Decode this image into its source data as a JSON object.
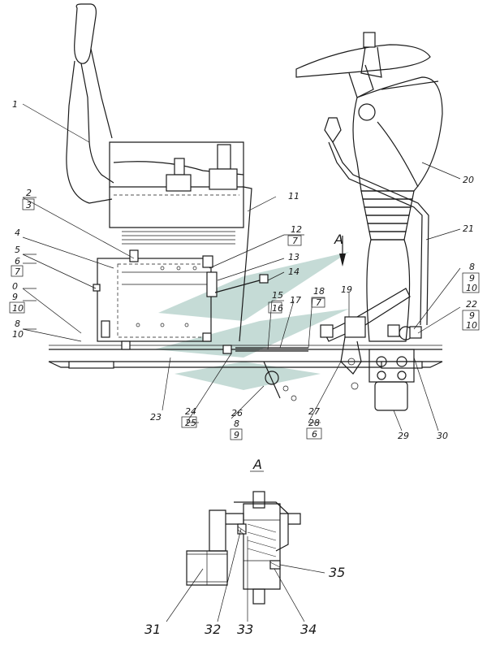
{
  "view_label": "A",
  "main_labels": [
    {
      "id": "l1",
      "text": "1"
    },
    {
      "id": "l2",
      "text": "2"
    },
    {
      "id": "l3",
      "text": "3"
    },
    {
      "id": "l4",
      "text": "4"
    },
    {
      "id": "l5",
      "text": "5"
    },
    {
      "id": "l6",
      "text": "6"
    },
    {
      "id": "l7",
      "text": "7"
    },
    {
      "id": "l0",
      "text": "0"
    },
    {
      "id": "l9",
      "text": "9"
    },
    {
      "id": "l10",
      "text": "10"
    },
    {
      "id": "l8",
      "text": "8"
    },
    {
      "id": "l10b",
      "text": "10"
    },
    {
      "id": "l11",
      "text": "11"
    },
    {
      "id": "l12",
      "text": "12"
    },
    {
      "id": "l7b",
      "text": "7"
    },
    {
      "id": "l13",
      "text": "13"
    },
    {
      "id": "l14",
      "text": "14"
    },
    {
      "id": "l15",
      "text": "15"
    },
    {
      "id": "l16",
      "text": "16"
    },
    {
      "id": "l17",
      "text": "17"
    },
    {
      "id": "l18",
      "text": "18"
    },
    {
      "id": "l7c",
      "text": "7"
    },
    {
      "id": "l19",
      "text": "19"
    },
    {
      "id": "l20",
      "text": "20"
    },
    {
      "id": "l21",
      "text": "21"
    },
    {
      "id": "l8b",
      "text": "8"
    },
    {
      "id": "l9b",
      "text": "9"
    },
    {
      "id": "l10c",
      "text": "10"
    },
    {
      "id": "l22",
      "text": "22"
    },
    {
      "id": "l9c",
      "text": "9"
    },
    {
      "id": "l10d",
      "text": "10"
    },
    {
      "id": "l23",
      "text": "23"
    },
    {
      "id": "l24",
      "text": "24"
    },
    {
      "id": "l25",
      "text": "25"
    },
    {
      "id": "l26",
      "text": "26"
    },
    {
      "id": "l8c",
      "text": "8"
    },
    {
      "id": "l9d",
      "text": "9"
    },
    {
      "id": "l27",
      "text": "27"
    },
    {
      "id": "l28",
      "text": "28"
    },
    {
      "id": "l6b",
      "text": "6"
    },
    {
      "id": "l29",
      "text": "29"
    },
    {
      "id": "l30",
      "text": "30"
    }
  ],
  "detail_labels": [
    {
      "id": "d31",
      "text": "31"
    },
    {
      "id": "d32",
      "text": "32"
    },
    {
      "id": "d33",
      "text": "33"
    },
    {
      "id": "d34",
      "text": "34"
    },
    {
      "id": "d35",
      "text": "35"
    }
  ]
}
